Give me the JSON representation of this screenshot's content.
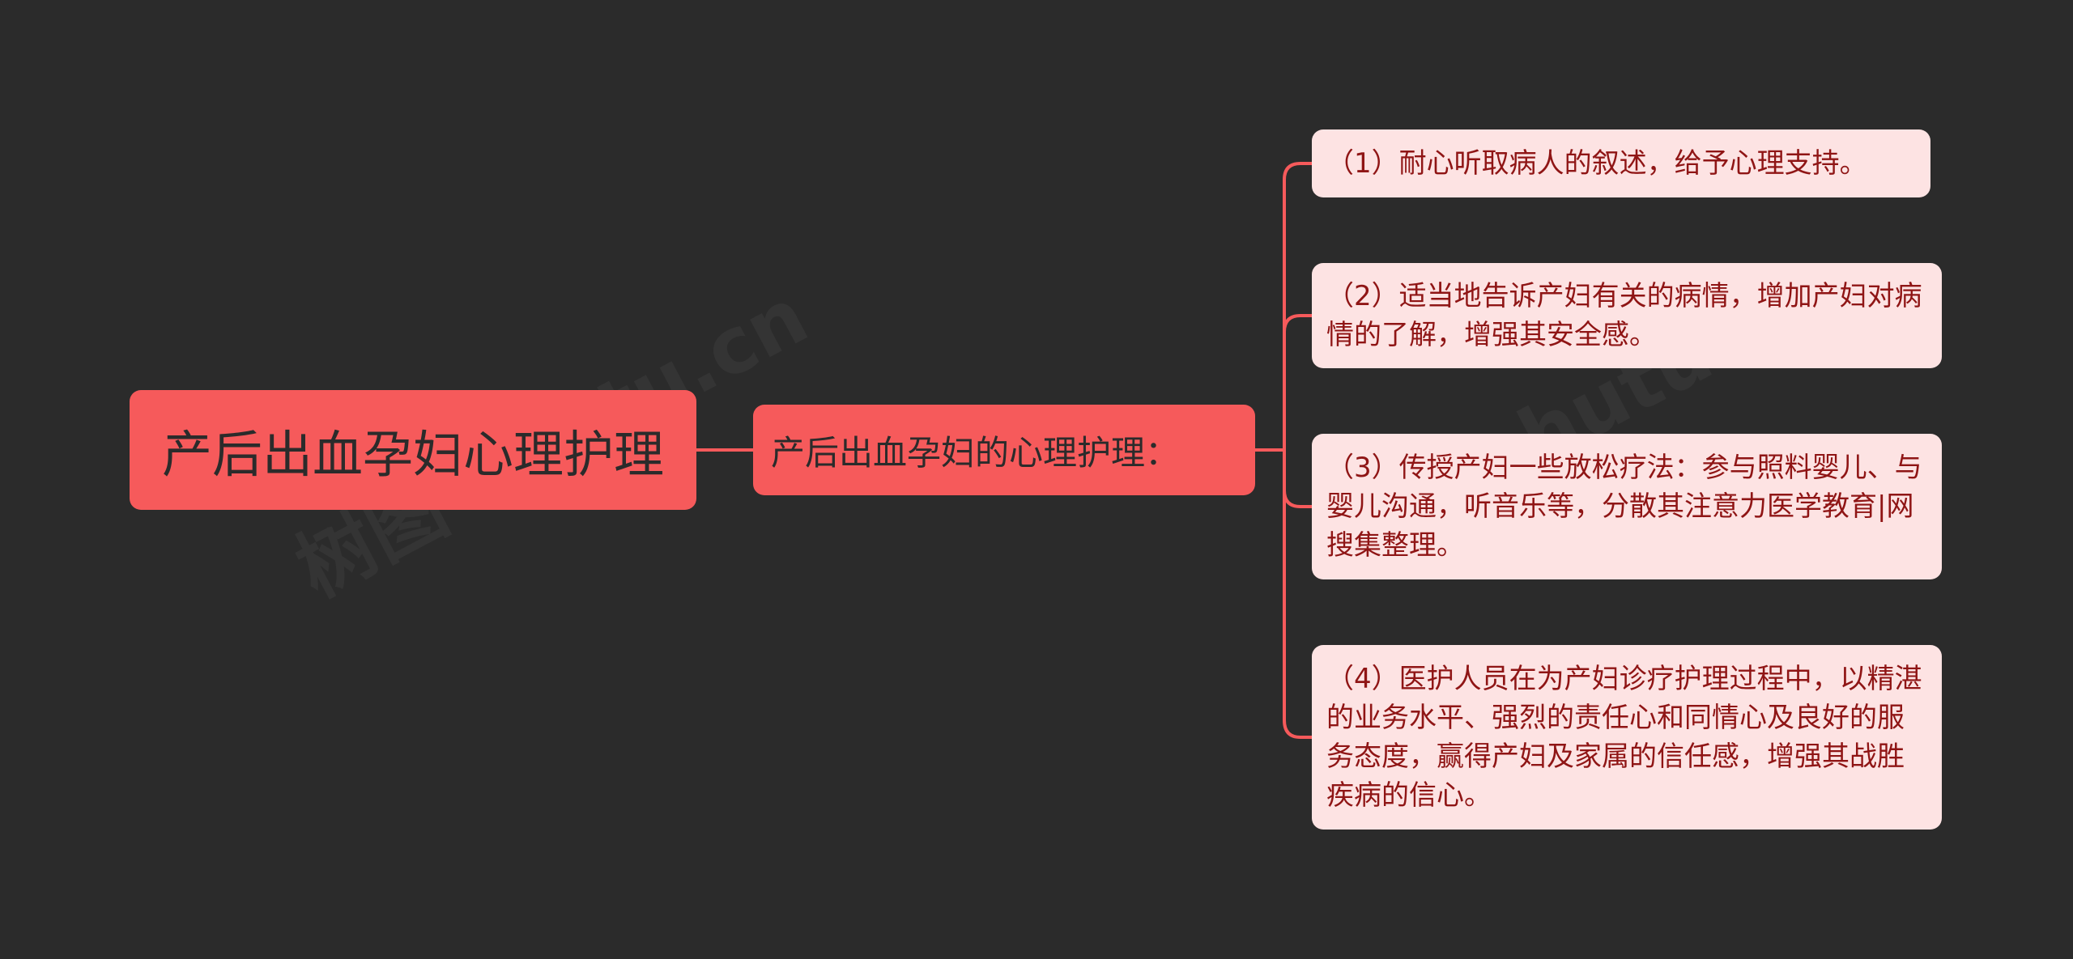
{
  "diagram": {
    "root": "产后出血孕妇心理护理",
    "branch": "产后出血孕妇的心理护理：",
    "leaves": [
      "（1）耐心听取病人的叙述，给予心理支持。",
      "（2）适当地告诉产妇有关的病情，增加产妇对病情的了解，增强其安全感。",
      "（3）传授产妇一些放松疗法：参与照料婴儿、与婴儿沟通，听音乐等，分散其注意力医学教育|网搜集整理。",
      "（4）医护人员在为产妇诊疗护理过程中，以精湛的业务水平、强烈的责任心和同情心及良好的服务态度，赢得产妇及家属的信任感，增强其战胜疾病的信心。"
    ]
  },
  "watermarks": [
    "树图 shutu.cn",
    "树图 shutu.cn"
  ],
  "colors": {
    "background": "#2b2b2b",
    "node_fill": "#f65a5b",
    "leaf_fill": "#fde3e3",
    "leaf_text": "#8f1515",
    "connector": "#f65a5b"
  }
}
